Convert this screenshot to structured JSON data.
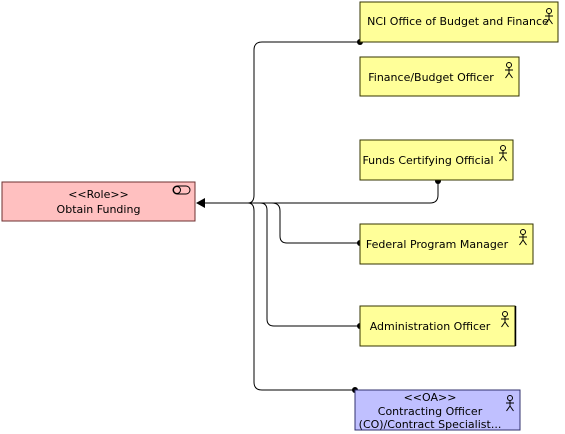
{
  "colors": {
    "role_fill": "#ffc0c0",
    "role_stroke": "#6e3030",
    "actor_fill": "#ffff99",
    "actor_stroke": "#333300",
    "oa_fill": "#c0c0ff",
    "oa_stroke": "#30306e",
    "connector": "#000000"
  },
  "role": {
    "stereotype": "<<Role>>",
    "name": "Obtain Funding",
    "icon": "toggle-icon"
  },
  "actors": [
    {
      "name": "NCI Office of Budget and Finance",
      "icon": "actor-icon"
    },
    {
      "name": "Finance/Budget Officer",
      "icon": "actor-icon"
    },
    {
      "name": "Funds Certifying Official",
      "icon": "actor-icon"
    },
    {
      "name": "Federal Program Manager",
      "icon": "actor-icon"
    },
    {
      "name": "Administration Officer",
      "icon": "actor-icon"
    }
  ],
  "oa": {
    "stereotype": "<<OA>>",
    "line1": "Contracting Officer",
    "line2": "(CO)/Contract Specialist...",
    "icon": "actor-icon"
  }
}
